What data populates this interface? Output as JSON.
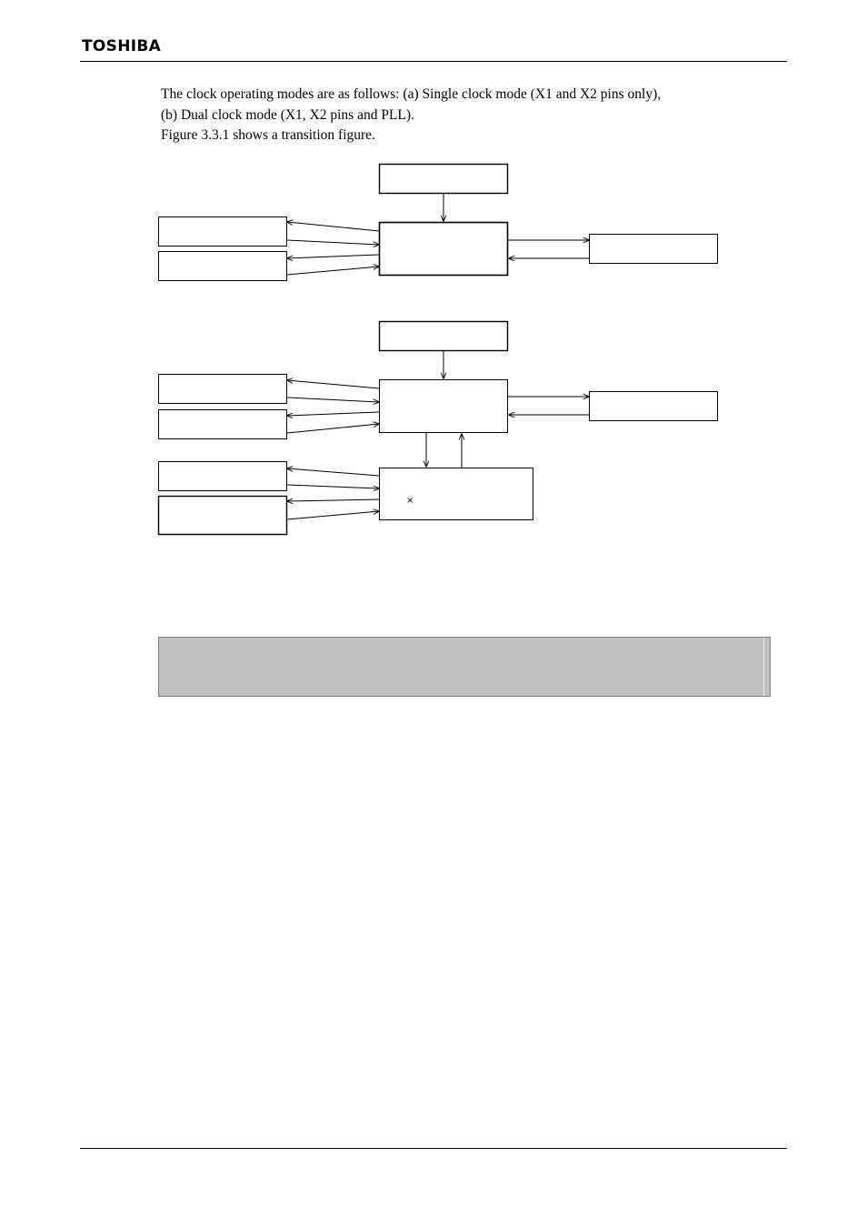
{
  "header": {
    "brand": "TOSHIBA"
  },
  "intro": {
    "line1": "The clock operating modes are as follows: (a) Single clock mode (X1 and X2 pins only),",
    "line2": "(b) Dual clock mode (X1, X2 pins and PLL).",
    "line3": "Figure 3.3.1 shows a transition figure."
  },
  "diagram": {
    "pll_box_symbol": "×"
  },
  "note": {
    "text": ""
  }
}
